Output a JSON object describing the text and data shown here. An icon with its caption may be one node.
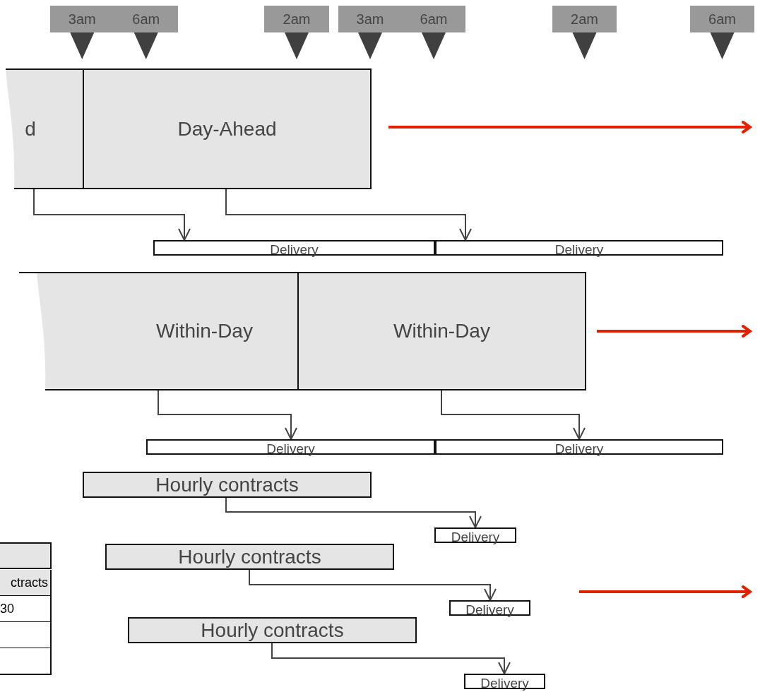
{
  "diagram": {
    "nodes": [
      {
        "text": [
          "3am",
          "6am"
        ]
      },
      {
        "text": [
          "2am"
        ]
      },
      {
        "text": [
          "3am",
          "6am"
        ]
      },
      {
        "text": [
          "2am"
        ]
      },
      {
        "text": [
          "6am"
        ]
      },
      {
        "text": [
          "d"
        ]
      },
      {
        "text": [
          "Day-Ahead"
        ]
      },
      {
        "text": [
          "Delivery"
        ]
      },
      {
        "text": [
          "Delivery"
        ]
      },
      {
        "text": [
          "Within-Day"
        ]
      },
      {
        "text": [
          "Within-Day"
        ]
      },
      {
        "text": [
          "Delivery"
        ]
      },
      {
        "text": [
          "Delivery"
        ]
      },
      {
        "text": [
          "Hourly contracts"
        ]
      },
      {
        "text": [
          "Delivery"
        ]
      },
      {
        "text": [
          "Hourly contracts"
        ]
      },
      {
        "text": [
          "Delivery"
        ]
      },
      {
        "text": [
          "Hourly contracts"
        ]
      },
      {
        "text": [
          "Delivery"
        ]
      }
    ],
    "edges": [
      {
        "from": 5,
        "to": 7,
        "arrow": "to"
      },
      {
        "from": 6,
        "to": 8,
        "arrow": "to"
      },
      {
        "from": 9,
        "to": 11,
        "arrow": "to"
      },
      {
        "from": 10,
        "to": 12,
        "arrow": "to"
      },
      {
        "from": 13,
        "to": 14,
        "arrow": "to"
      },
      {
        "from": 15,
        "to": 16,
        "arrow": "to"
      },
      {
        "from": 17,
        "to": 18,
        "arrow": "to"
      }
    ],
    "labels": [
      "ctracts",
      "30"
    ]
  }
}
